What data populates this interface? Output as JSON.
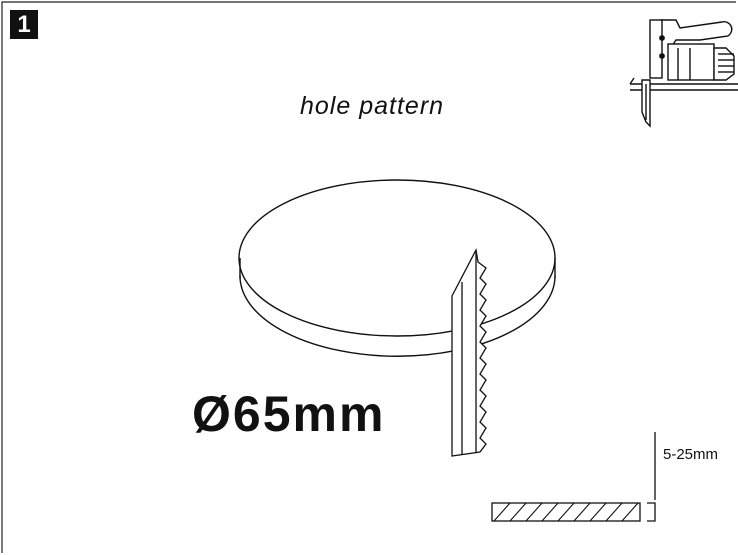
{
  "step_number": "1",
  "title": "hole pattern",
  "diameter_label": "Ø65mm",
  "depth_range_label": "5-25mm",
  "icons": [
    "jigsaw-icon",
    "saw-blade",
    "circular-workpiece",
    "hatched-material"
  ],
  "colors": {
    "line": "#111111",
    "background": "#ffffff",
    "badge": "#111111"
  }
}
